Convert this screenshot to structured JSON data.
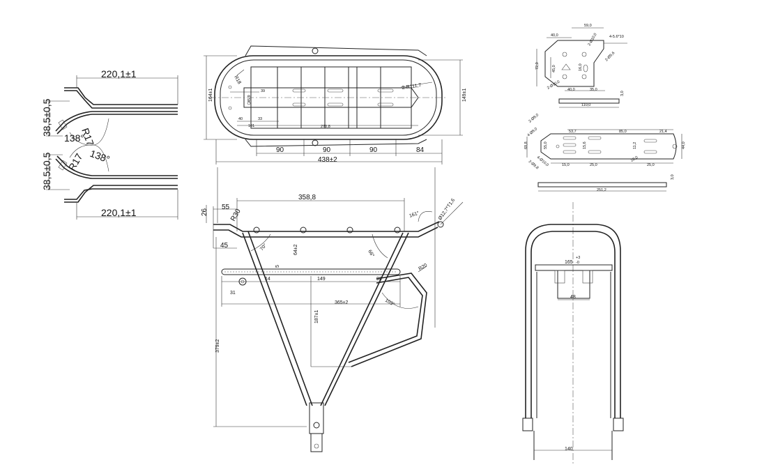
{
  "left_view": {
    "len_top": "220,1±1",
    "h_top": "38,5±0,5",
    "r_top": "R17",
    "a_top": "138°",
    "h_bot": "38,5±0,5",
    "r_bot": "R17",
    "a_bot": "138°",
    "len_bot": "220,1±1"
  },
  "top_view": {
    "h_outer": "164±1",
    "h_inner": "149±1",
    "r_corner": "2-R111,7",
    "r18": "R18",
    "d39": "39",
    "d45": "45,9",
    "d40": "40",
    "d33": "33",
    "d101": "101",
    "d270": "270,8",
    "s1": "90",
    "s2": "90",
    "s3": "90",
    "s4": "84",
    "total": "438±2"
  },
  "side_view": {
    "top_len": "358,8",
    "d26": "26",
    "d55": "55",
    "r30": "R30",
    "d45": "45",
    "a70": "70°",
    "d64": "64±2",
    "a161": "161°",
    "tube": "Ø12,7*T1,6",
    "a66": "66°",
    "r20": "R20",
    "d5": "5",
    "d14": "14",
    "d149": "149",
    "d82": "82",
    "d31": "31",
    "d365": "365±2",
    "a103": "103°",
    "d187": "187±1",
    "d379": "379±2"
  },
  "plate1": {
    "w59": "59,0",
    "w40": "40,0",
    "holes": "4-5.6*10",
    "hole2": "2-Ø10,0",
    "hole3": "2-Ø5,6",
    "h72": "72,0",
    "h45": "45,0",
    "h16": "16,0",
    "b40": "40,0",
    "b35": "35,0",
    "hole4": "2-Ø10,0",
    "w110": "110,0",
    "t3": "3,0"
  },
  "plate2": {
    "a": "2-Ø8,0",
    "b": "4-Ø8,0",
    "c": "2-Ø9,8",
    "d53": "53,7",
    "d85": "85,0",
    "d214": "21,4",
    "d156": "15,6",
    "d55": "55,0",
    "d15": "15,0",
    "d25a": "25,0",
    "d20": "20,0",
    "d112": "11,2",
    "d25b": "25,0",
    "d440": "44,0",
    "d698": "69,8",
    "d4": "4-Ø10,0",
    "len": "251,2",
    "t3": "3,0"
  },
  "front_view": {
    "top_w": "165",
    "mid_w": "48",
    "bot_w": "140",
    "tol_up": "+3",
    "tol_dn": "-0"
  }
}
